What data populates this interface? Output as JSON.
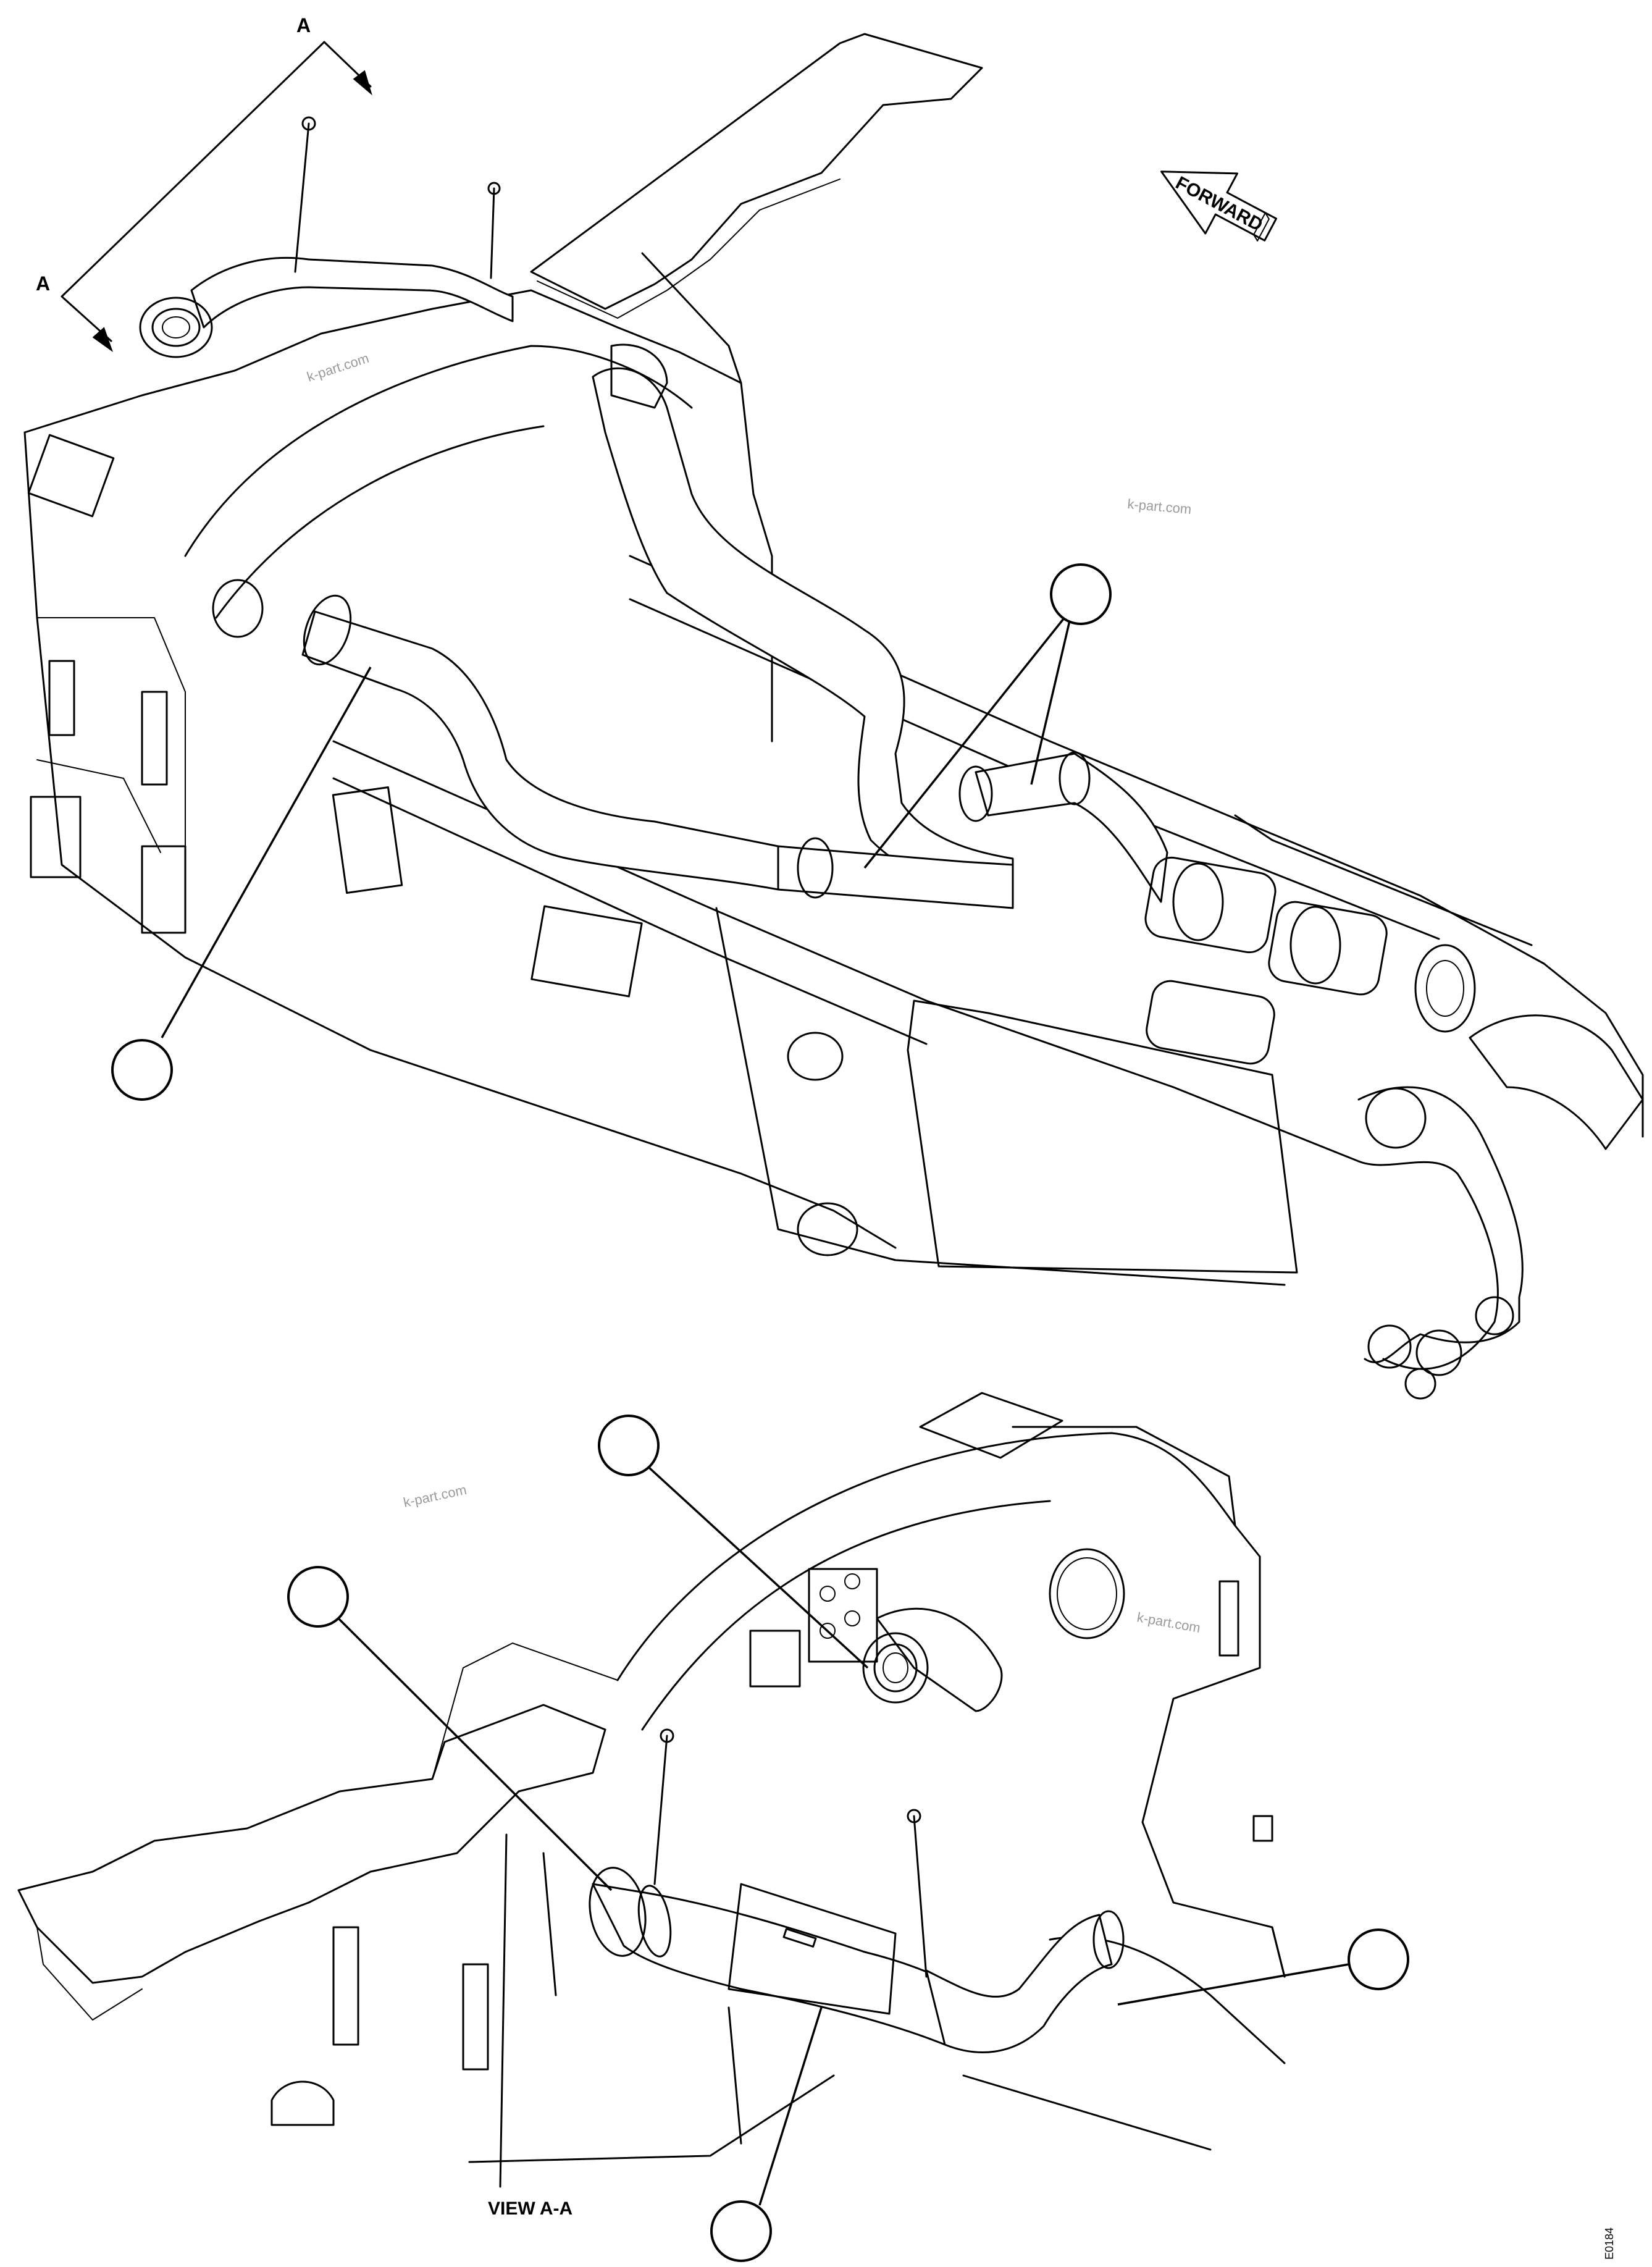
{
  "labels": {
    "section_letter": "A",
    "section_letter_2": "A",
    "forward": "FORWARD",
    "view_title": "VIEW A-A",
    "drawing_code": "E0184"
  },
  "watermarks": [
    "k-part.com",
    "k-part.com",
    "k-part.com",
    "k-part.com"
  ],
  "callouts": {
    "top_view": [
      "",
      "",
      ""
    ],
    "view_a_a": [
      "",
      "",
      "",
      ""
    ]
  },
  "colors": {
    "line": "#000000",
    "background": "#ffffff",
    "watermark": "#9a9a9a"
  }
}
